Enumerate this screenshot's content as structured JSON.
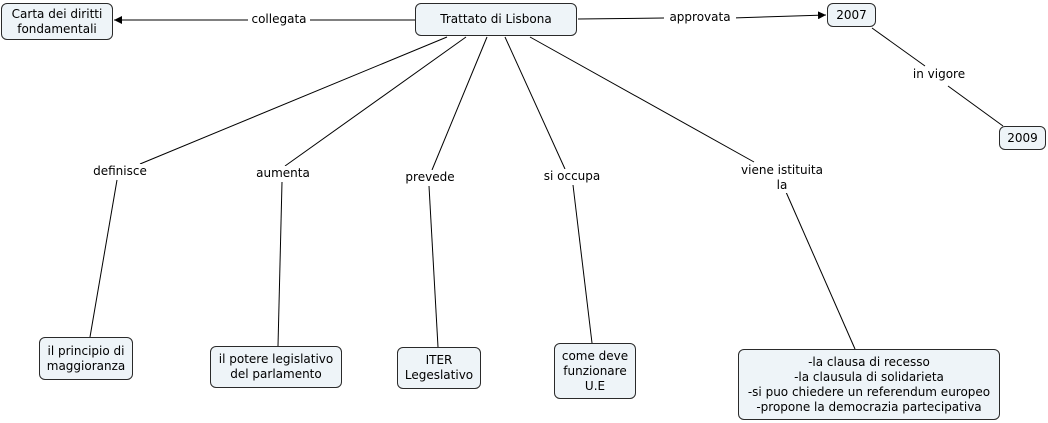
{
  "nodes": {
    "trattato": "Trattato di Lisbona",
    "carta": "Carta dei diritti\nfondamentali",
    "y2007": "2007",
    "y2009": "2009",
    "maggioranza": "il principio di\nmaggioranza",
    "potere": "il potere legislativo\ndel parlamento",
    "iter": "ITER\nLegeslativo",
    "funzionare": "come deve\nfunzionare\nU.E",
    "clausole": "-la clausa di recesso\n-la clausula di solidarieta\n-si puo chiedere un referendum europeo\n-propone la democrazia partecipativa"
  },
  "links": {
    "collegata": "collegata",
    "approvata": "approvata",
    "in_vigore": "in vigore",
    "definisce": "definisce",
    "aumenta": "aumenta",
    "prevede": "prevede",
    "si_occupa": "si occupa",
    "viene_istituita": "viene istituita\nla"
  }
}
